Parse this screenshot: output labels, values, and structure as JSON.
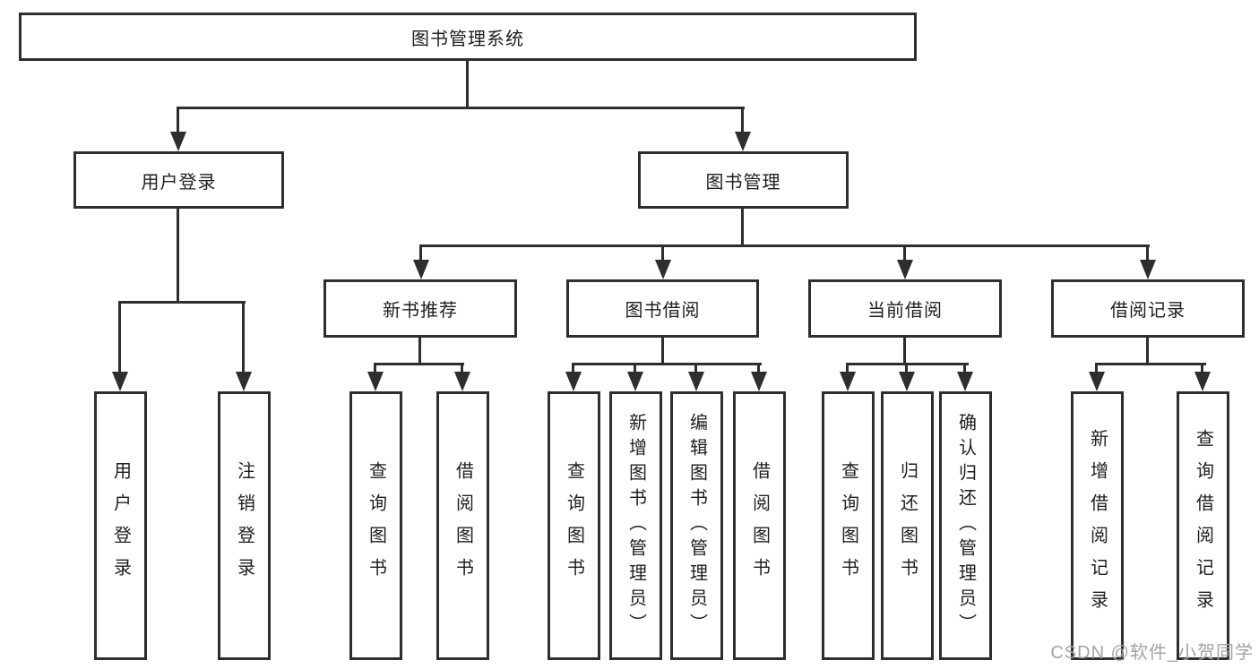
{
  "diagram_type": "functional-structure-tree",
  "tree": {
    "label": "图书管理系统",
    "children": [
      {
        "label": "用户登录",
        "children": [
          {
            "label": "用户登录"
          },
          {
            "label": "注销登录"
          }
        ]
      },
      {
        "label": "图书管理",
        "children": [
          {
            "label": "新书推荐",
            "children": [
              {
                "label": "查询图书"
              },
              {
                "label": "借阅图书"
              }
            ]
          },
          {
            "label": "图书借阅",
            "children": [
              {
                "label": "查询图书"
              },
              {
                "label": "新增图书（管理员）"
              },
              {
                "label": "编辑图书（管理员）"
              },
              {
                "label": "借阅图书"
              }
            ]
          },
          {
            "label": "当前借阅",
            "children": [
              {
                "label": "查询图书"
              },
              {
                "label": "归还图书"
              },
              {
                "label": "确认归还（管理员）"
              }
            ]
          },
          {
            "label": "借阅记录",
            "children": [
              {
                "label": "新增借阅记录"
              },
              {
                "label": "查询借阅记录"
              }
            ]
          }
        ]
      }
    ]
  },
  "watermark": "CSDN @软件_小贺同学",
  "colors": {
    "line": "#2e2e2e",
    "text": "#1e1e1e",
    "watermark": "#a3a3a3",
    "background": "#ffffff"
  }
}
